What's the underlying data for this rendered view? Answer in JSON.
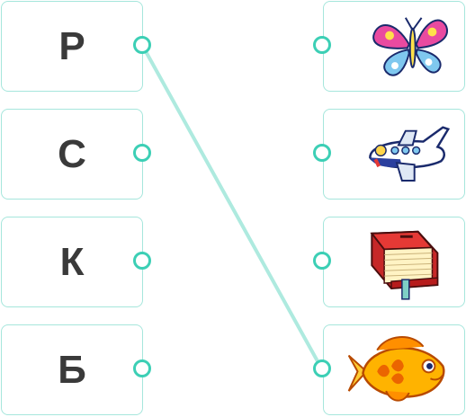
{
  "letters": [
    "Р",
    "С",
    "К",
    "Б"
  ],
  "pictures": [
    "butterfly-picture",
    "airplane-picture",
    "book-picture",
    "fish-picture"
  ],
  "connection": {
    "from_letter_index": 0,
    "to_picture_index": 3
  },
  "colors": {
    "card_border": "#a6e6dc",
    "dot": "#3ccfb5",
    "line": "#aeeadf",
    "letter": "#3a3a3a"
  }
}
